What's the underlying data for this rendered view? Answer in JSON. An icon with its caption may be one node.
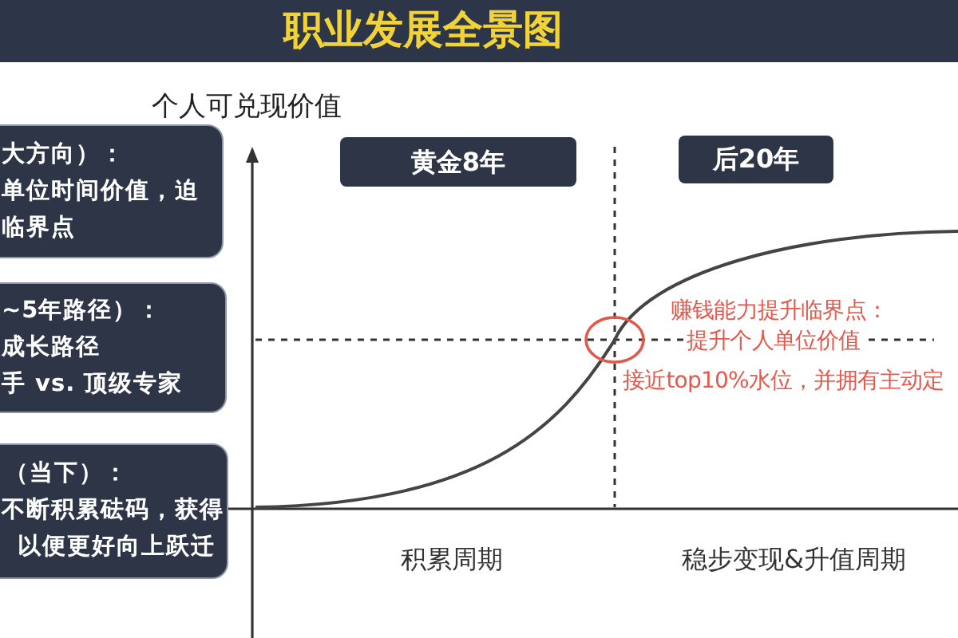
{
  "diagram": {
    "title": "职业发展全景图",
    "nodes": [
      {
        "text": [
          "大方向）：",
          "单位时间价值，迫",
          "临界点"
        ]
      },
      {
        "text": [
          "~5年路径）：",
          "成长路径",
          "手 vs. 顶级专家"
        ]
      },
      {
        "text": [
          "（当下）：",
          "不断积累砝码，获得",
          "以便更好向上跃迁"
        ]
      },
      {
        "text": [
          "黄金8年"
        ]
      },
      {
        "text": [
          "后20年"
        ]
      }
    ],
    "labels": [
      "个人可兑现价值",
      "赚钱能力提升临界点：",
      "提升个人单位价值",
      "接近top10%水位，并拥有主动定",
      "积累周期",
      "稳步变现&升值周期"
    ]
  }
}
